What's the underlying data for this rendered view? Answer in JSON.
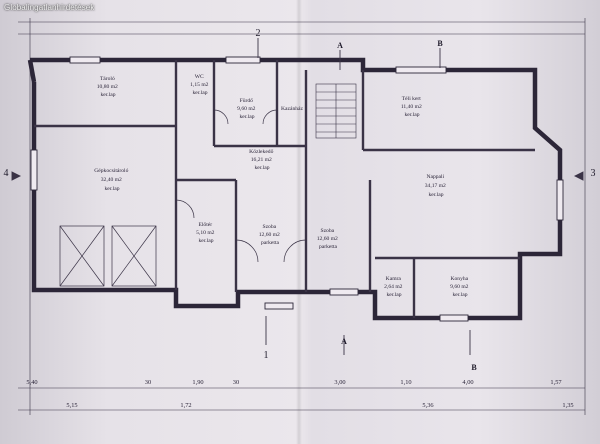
{
  "watermark": "Globalingatlanhirdetések",
  "rooms": [
    {
      "name": "Tároló",
      "area": "10,80 m2",
      "floor": "ker.lap"
    },
    {
      "name": "WC",
      "area": "1,15 m2",
      "floor": "ker.lap"
    },
    {
      "name": "Fürdő",
      "area": "9,60 m2",
      "floor": "ker.lap"
    },
    {
      "name": "Kazánház",
      "area": "",
      "floor": ""
    },
    {
      "name": "Téli kert",
      "area": "11,40 m2",
      "floor": "ker.lap"
    },
    {
      "name": "Közlekedő",
      "area": "16,21 m2",
      "floor": "ker.lap"
    },
    {
      "name": "Gépkocsitároló",
      "area": "32,40 m2",
      "floor": "ker.lap"
    },
    {
      "name": "Nappali",
      "area": "34,17 m2",
      "floor": "ker.lap"
    },
    {
      "name": "Előtér",
      "area": "5,10 m2",
      "floor": "ker.lap"
    },
    {
      "name": "Szoba",
      "area": "12,60 m2",
      "floor": "parketta"
    },
    {
      "name": "Szoba",
      "area": "12,60 m2",
      "floor": "parketta"
    },
    {
      "name": "Kamra",
      "area": "2,64 m2",
      "floor": "ker.lap"
    },
    {
      "name": "Konyha",
      "area": "9,60 m2",
      "floor": "ker.lap"
    }
  ],
  "section_labels": [
    "A",
    "A",
    "B",
    "B"
  ],
  "axis_labels": [
    "2",
    "1",
    "4",
    "3"
  ],
  "bottom_dimensions": [
    "5,40",
    "30",
    "1,90",
    "30",
    "3,00",
    "1,10",
    "4,00",
    "1,57",
    "5,15",
    "1,72",
    "5,36",
    "1,35"
  ]
}
